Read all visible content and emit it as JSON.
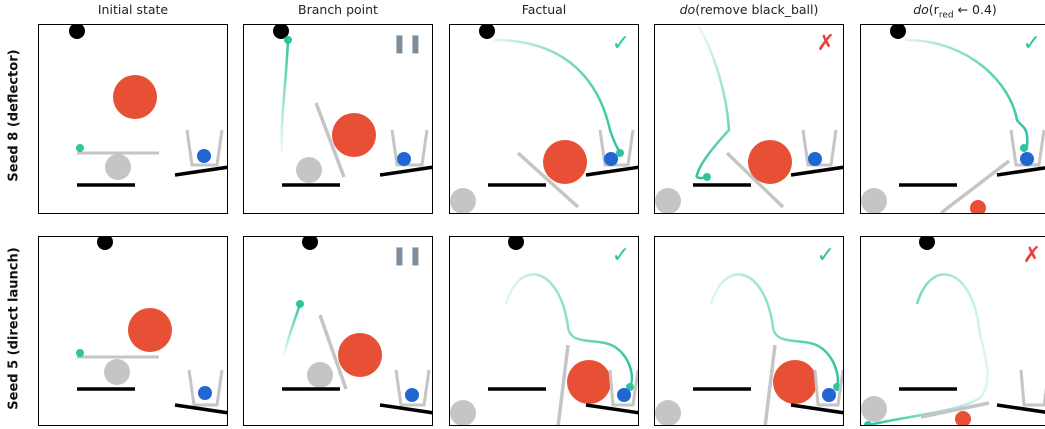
{
  "columns": {
    "c0": "Initial state",
    "c1": "Branch point",
    "c2": "Factual",
    "c3_pre": "do",
    "c3_post": "(remove black_ball)",
    "c4_pre": "do",
    "c4_post": "(r",
    "c4_sub": "red",
    "c4_tail": " ← 0.4)"
  },
  "rows": {
    "r0": "Seed 8 (deflector)",
    "r1": "Seed 5 (direct launch)"
  },
  "marks": {
    "check": "✓",
    "cross": "✗",
    "pause": "❚❚"
  },
  "colors": {
    "trail": "#2ec4a0",
    "red_ball": "#e85035",
    "blue_ball": "#2266d4",
    "gray": "#c5c5c5",
    "black": "#000000"
  }
}
